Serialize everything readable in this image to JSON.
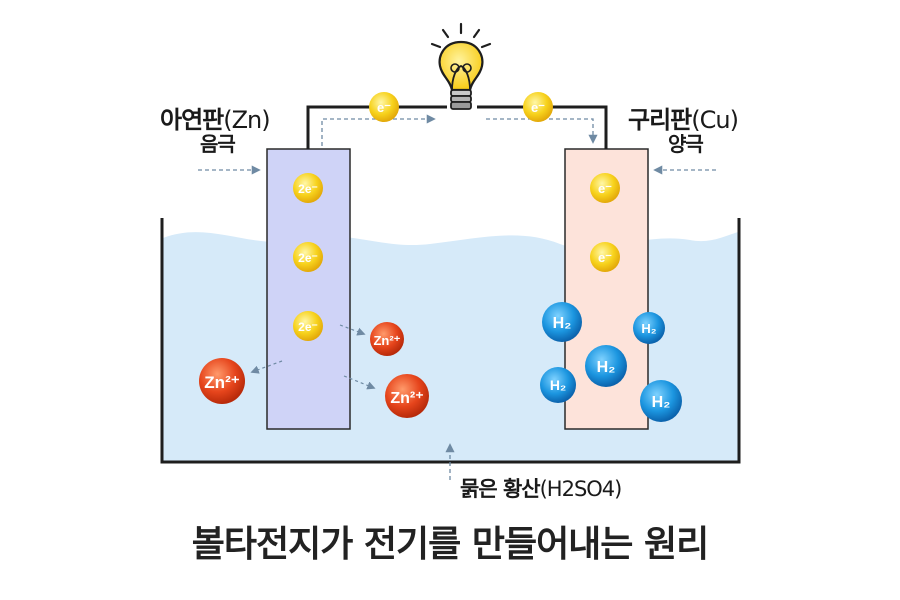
{
  "electrodes": {
    "left": {
      "name": "아연판",
      "formula": "(Zn)",
      "pole": "음극",
      "plate_color": "#cfd3f7"
    },
    "right": {
      "name": "구리판",
      "formula": "(Cu)",
      "pole": "양극",
      "plate_color": "#fde3da"
    }
  },
  "electrolyte": {
    "name": "묽은 황산",
    "formula": "(H2SO4)",
    "color": "#d6eaf9"
  },
  "wire_electrons": [
    "e⁻",
    "e⁻"
  ],
  "left_plate_electrons": [
    "2e⁻",
    "2e⁻",
    "2e⁻"
  ],
  "right_plate_electrons": [
    "e⁻",
    "e⁻"
  ],
  "zinc_ions": [
    "Zn²⁺",
    "Zn²⁺",
    "Zn²⁺"
  ],
  "hydrogen_molecules": [
    "H₂",
    "H₂",
    "H₂",
    "H₂",
    "H₂"
  ],
  "caption": "볼타전지가 전기를 만들어내는 원리",
  "colors": {
    "electron": "#f7d21c",
    "zinc_ion": "#e6451c",
    "hydrogen": "#1c96e0",
    "wire": "#222222",
    "arrow": "#6f8aa3"
  }
}
